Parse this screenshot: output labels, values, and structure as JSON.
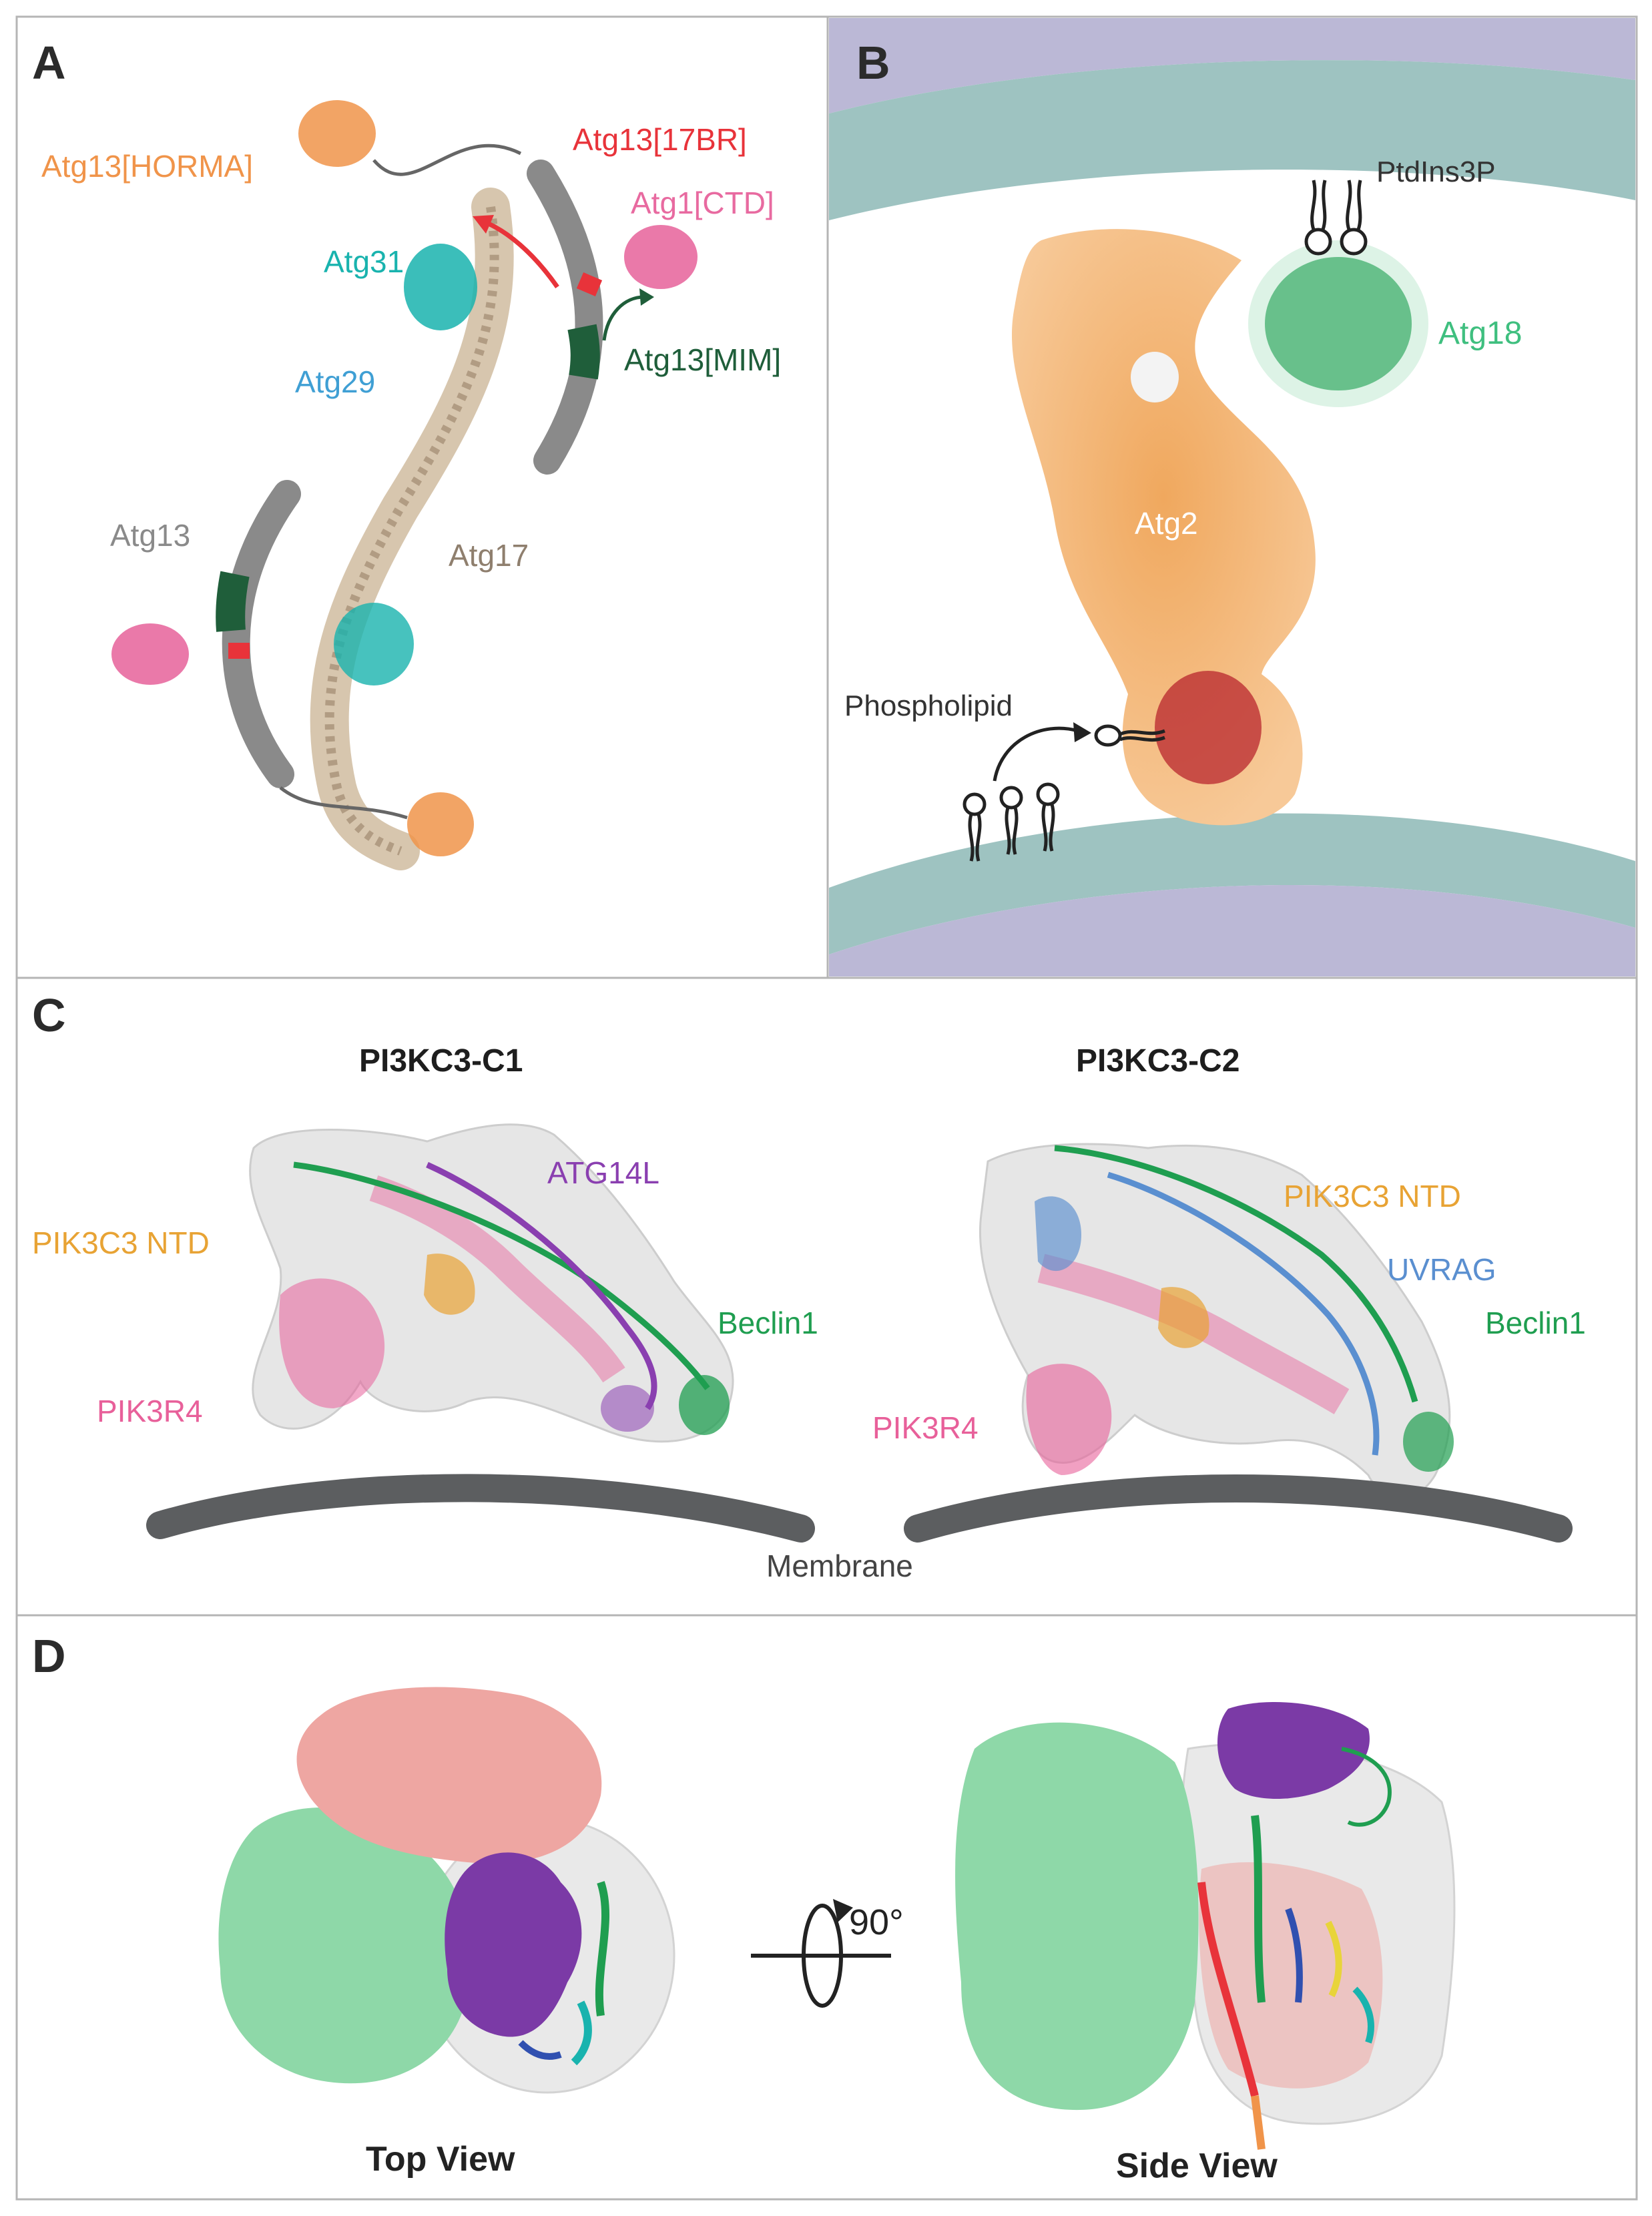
{
  "colors": {
    "atg13_horma": "#f0944a",
    "atg13_17br": "#e8333a",
    "atg1_ctd": "#e86aa0",
    "atg31": "#19b3ae",
    "atg29": "#3f9fd4",
    "atg13_mim": "#1f5e3a",
    "atg13": "#8a8a8a",
    "atg17": "#8f7f6e",
    "atg18": "#3fbf7f",
    "atg2": "#ffffff",
    "membrane_teal": "#9ec3c1",
    "membrane_purple": "#bbb8d6",
    "atg14l": "#8a3fb0",
    "pik3c3_ntd": "#e8a334",
    "beclin1": "#1f9e50",
    "pik3r4": "#e8609a",
    "uvrag": "#5a8fd0",
    "membrane_bar": "#5c5e60",
    "density_green": "#8ed8a8",
    "density_pink": "#eea6a2",
    "density_purple": "#7b3aa6"
  },
  "panel_a": {
    "letter": "A",
    "labels": {
      "atg13_horma": "Atg13[HORMA]",
      "atg13_17br": "Atg13[17BR]",
      "atg1_ctd": "Atg1[CTD]",
      "atg31": "Atg31",
      "atg29": "Atg29",
      "atg13_mim": "Atg13[MIM]",
      "atg13": "Atg13",
      "atg17": "Atg17"
    }
  },
  "panel_b": {
    "letter": "B",
    "labels": {
      "ptdins3p": "PtdIns3P",
      "atg18": "Atg18",
      "atg2": "Atg2",
      "phospholipid": "Phospholipid"
    }
  },
  "panel_c": {
    "letter": "C",
    "titles": {
      "c1": "PI3KC3-C1",
      "c2": "PI3KC3-C2"
    },
    "labels": {
      "atg14l": "ATG14L",
      "pik3c3_ntd_left": "PIK3C3 NTD",
      "beclin1_left": "Beclin1",
      "pik3r4_left": "PIK3R4",
      "pik3c3_ntd_right": "PIK3C3 NTD",
      "uvrag": "UVRAG",
      "beclin1_right": "Beclin1",
      "pik3r4_right": "PIK3R4",
      "membrane": "Membrane"
    }
  },
  "panel_d": {
    "letter": "D",
    "rotation": "90°",
    "labels": {
      "top_view": "Top View",
      "side_view": "Side View"
    }
  }
}
